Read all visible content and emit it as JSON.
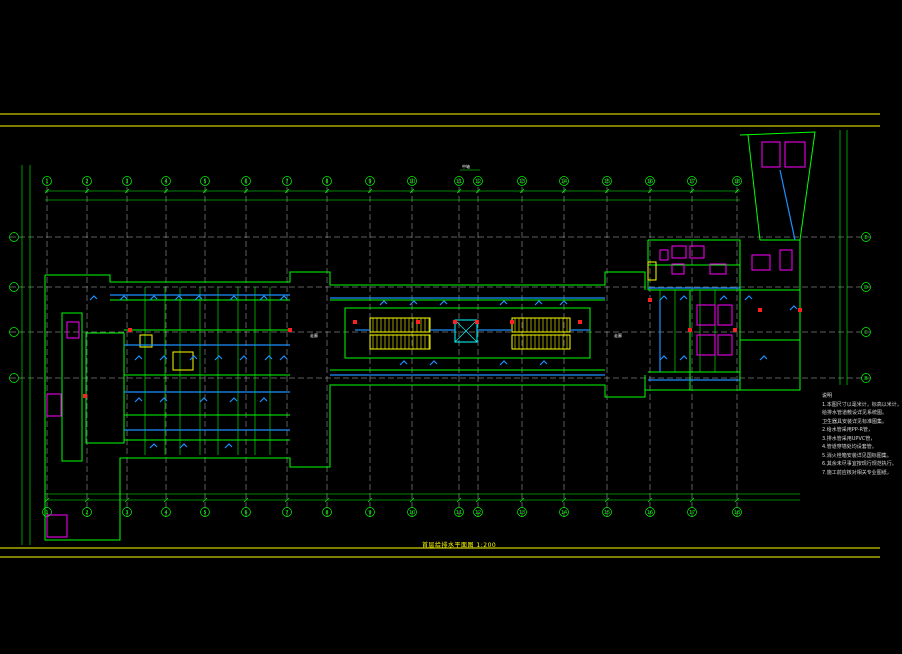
{
  "drawing": {
    "title": "首层给排水平面图 1:200",
    "colors": {
      "frame": "#ffff00",
      "wall": "#00ff00",
      "axis": "#ffffff",
      "fixture": "#ff00ff",
      "pipe": "#00a0ff",
      "equipment": "#ffff00",
      "marker": "#ff0000",
      "dimension": "#00ff00"
    }
  },
  "grid": {
    "columns_top": [
      "1",
      "2",
      "3",
      "4",
      "5",
      "6",
      "7",
      "8",
      "9",
      "10",
      "11",
      "12",
      "13",
      "14",
      "15",
      "16",
      "17",
      "18"
    ],
    "rows_right": [
      "E",
      "D",
      "C",
      "B"
    ]
  },
  "labels": {
    "room_a": "走廊",
    "room_b": "走廊",
    "axis_center": "中轴"
  },
  "notes": {
    "heading": "说明",
    "lines": [
      "1.本图尺寸以毫米计，标高以米计，",
      "  给排水管道敷设详见系统图。",
      "  卫生器具安装详见标准图集。",
      "2.给水管采用PP-R管，",
      "3.排水管采用UPVC管，",
      "4.管道穿墙处均设套管。",
      "5.消火栓箱安装详见国标图集。",
      "6.其余未尽事宜按现行规范执行。",
      "7.施工前应核对相关专业图纸，"
    ]
  }
}
